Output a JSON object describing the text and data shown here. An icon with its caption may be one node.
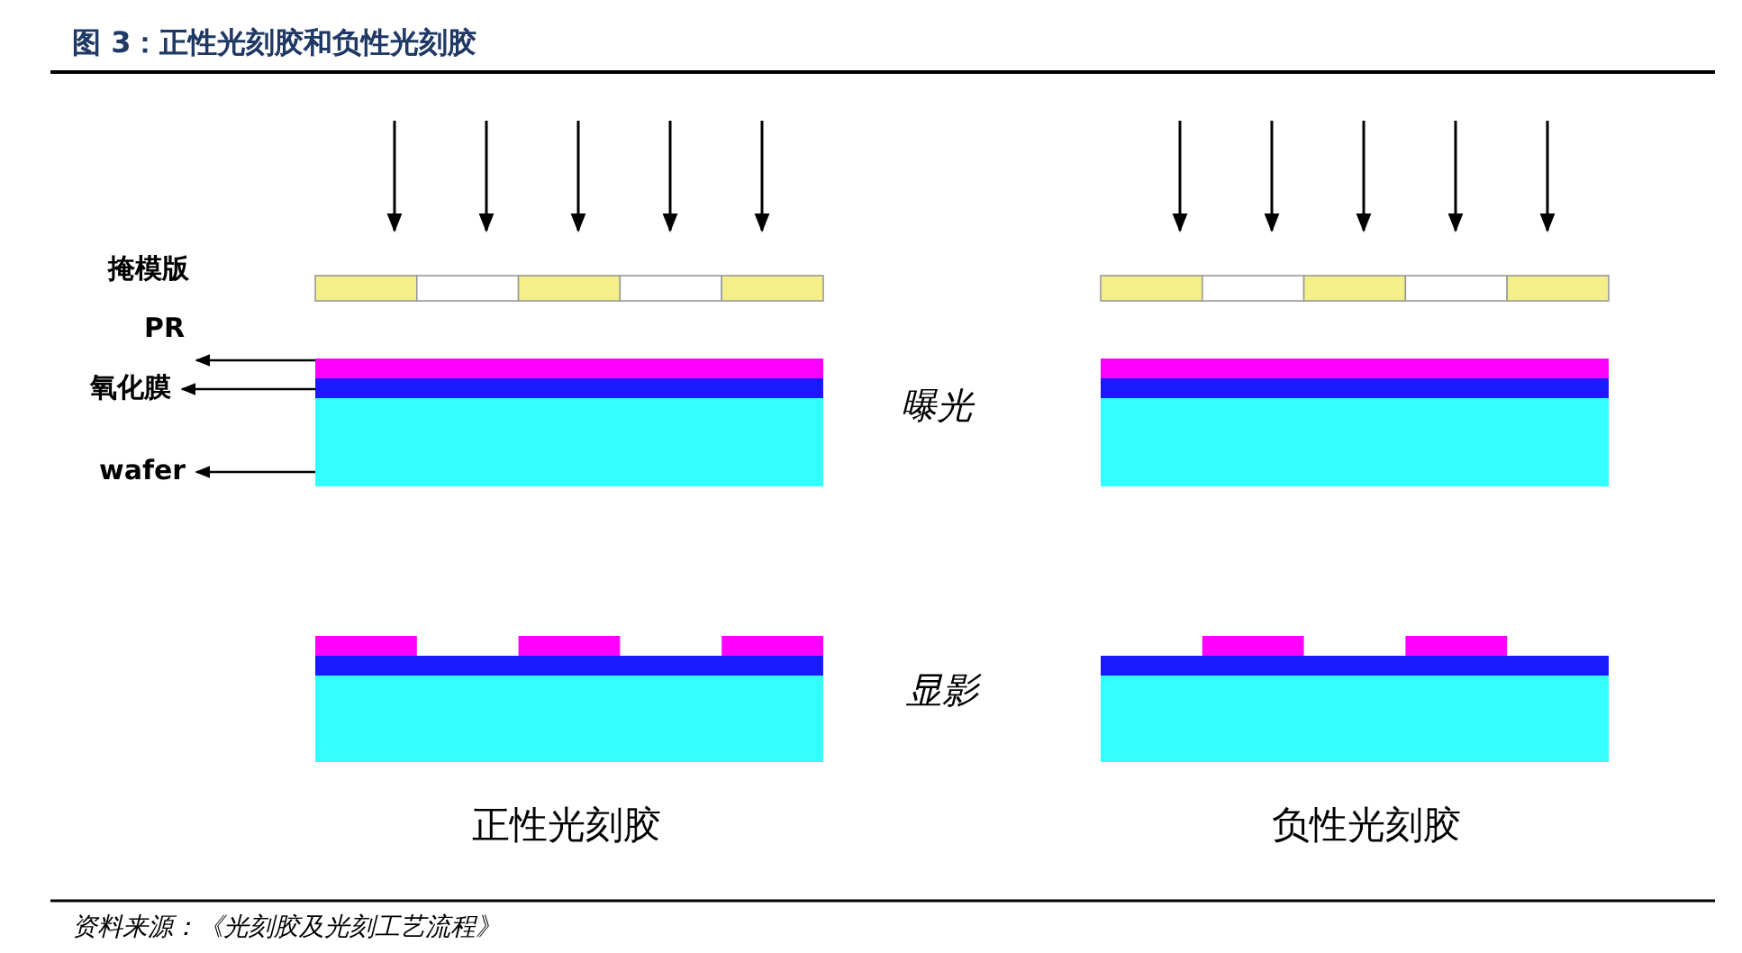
{
  "diagram": {
    "title": "图 3：正性光刻胶和负性光刻胶",
    "caption": "资料来源：《光刻胶及光刻工艺流程》",
    "nodes": [
      {
        "text": [
          "PR"
        ]
      },
      {
        "text": [
          "氧化膜"
        ]
      },
      {
        "text": [
          "wafer"
        ]
      },
      {
        "text": [],
        "shape": "bar"
      },
      {
        "text": [],
        "shape": "bar"
      },
      {
        "text": [],
        "shape": "bar"
      }
    ],
    "edges": [
      {
        "from": 3,
        "to": 0,
        "arrow": "to"
      },
      {
        "from": 4,
        "to": 1,
        "arrow": "to"
      },
      {
        "from": 5,
        "to": 2,
        "arrow": "to"
      }
    ],
    "labels": [
      "掩模版",
      "曝光",
      "显影",
      "正性光刻胶",
      "负性光刻胶"
    ]
  }
}
